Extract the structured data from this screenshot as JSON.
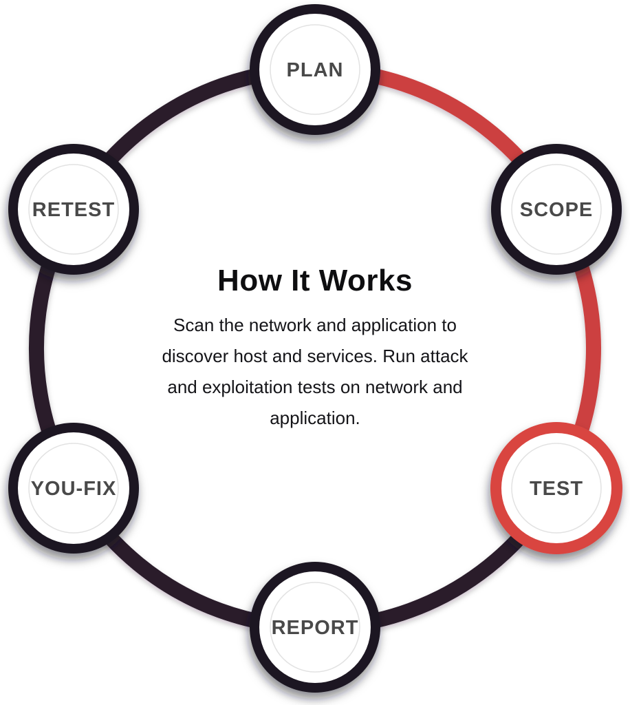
{
  "diagram": {
    "title": "How It Works",
    "description_lines": [
      "Scan the network and application to",
      "discover host and services. Run attack",
      "and exploitation tests on network and",
      "application."
    ],
    "steps": [
      {
        "id": "plan",
        "label": "PLAN",
        "state": "default"
      },
      {
        "id": "scope",
        "label": "SCOPE",
        "state": "default"
      },
      {
        "id": "test",
        "label": "TEST",
        "state": "active"
      },
      {
        "id": "report",
        "label": "REPORT",
        "state": "default"
      },
      {
        "id": "you-fix",
        "label": "YOU-FIX",
        "state": "default"
      },
      {
        "id": "retest",
        "label": "RETEST",
        "state": "default"
      }
    ],
    "active_step": "TEST",
    "colors": {
      "background": "#ffffff",
      "arc_active": "#cc4040",
      "arc_default": "#291b2b",
      "node_ring_active": "#d9453f",
      "node_ring_default": "#1b1620",
      "node_face": "#ffffff",
      "inner_circle_stroke": "#e2e2e2",
      "label_color": "#4a4a4a",
      "title_color": "#0e0e10",
      "description_color": "#141418"
    }
  }
}
